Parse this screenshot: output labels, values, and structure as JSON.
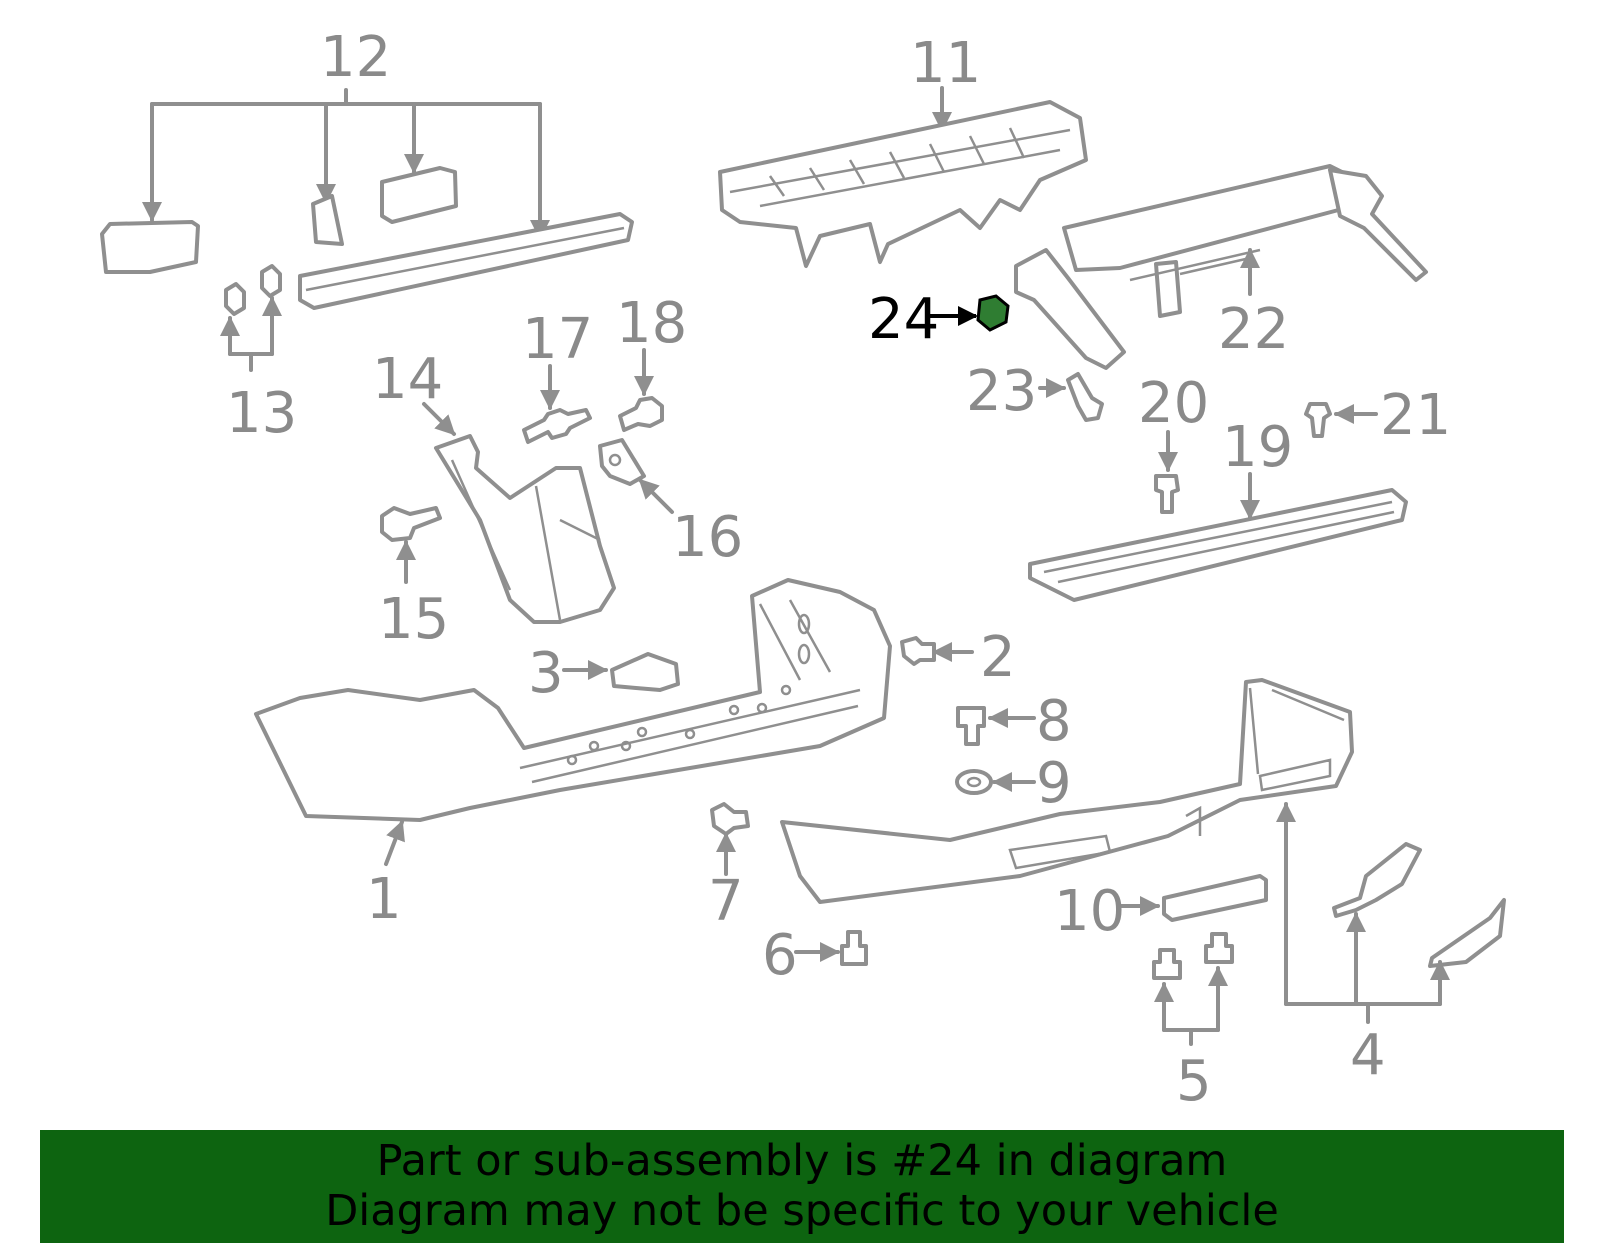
{
  "callouts": [
    "1",
    "2",
    "3",
    "4",
    "5",
    "6",
    "7",
    "8",
    "9",
    "10",
    "11",
    "12",
    "13",
    "14",
    "15",
    "16",
    "17",
    "18",
    "19",
    "20",
    "21",
    "22",
    "23",
    "24"
  ],
  "highlighted_part": "24",
  "colors": {
    "highlight": "#2f7d32",
    "banner": "#0d6410",
    "line": "#8f8f8f"
  },
  "banner": {
    "line1": "Part or sub-assembly is #24 in diagram",
    "line2": "Diagram may not be specific to your vehicle"
  }
}
